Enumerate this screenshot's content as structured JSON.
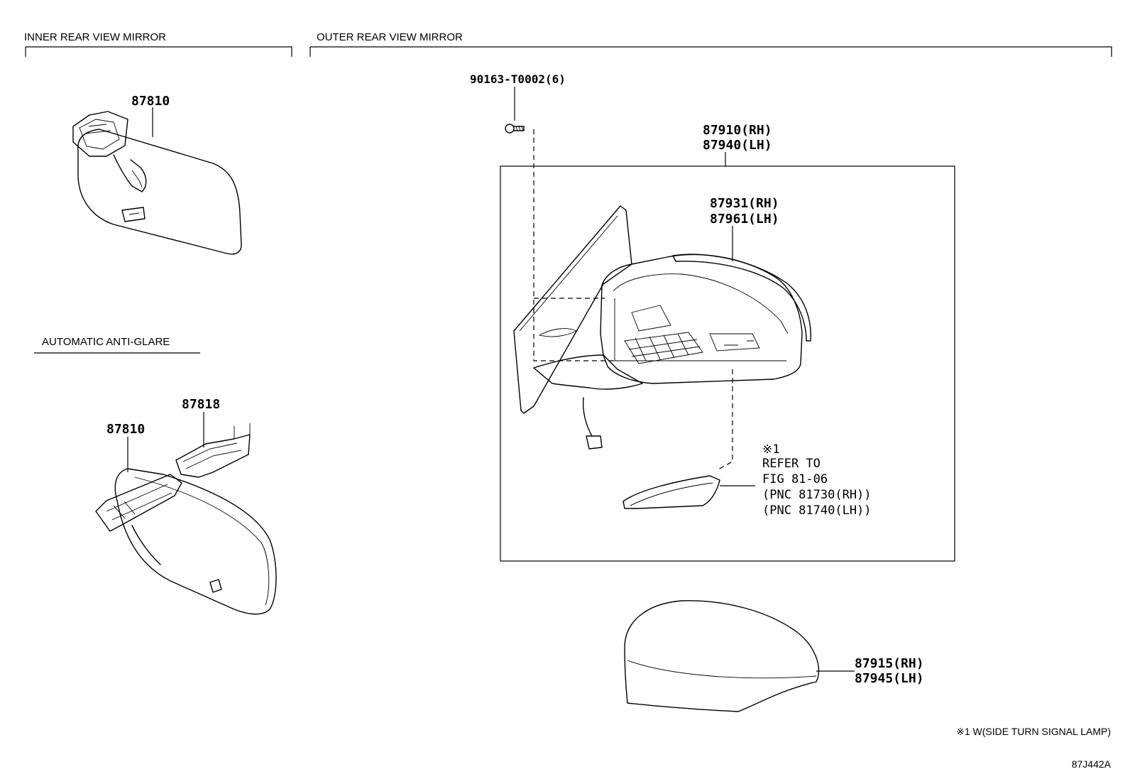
{
  "sections": {
    "inner": "INNER REAR VIEW MIRROR",
    "outer": "OUTER REAR VIEW MIRROR",
    "auto": "AUTOMATIC ANTI-GLARE"
  },
  "parts": {
    "inner_mirror": "87810",
    "auto_mirror": "87810",
    "cover_87818": "87818",
    "screw": "90163-T0002(6)",
    "outer_assy_rh": "87910(RH)",
    "outer_assy_lh": "87940(LH)",
    "sub_assy_rh": "87931(RH)",
    "sub_assy_lh": "87961(LH)",
    "cap_rh": "87915(RH)",
    "cap_lh": "87945(LH)"
  },
  "reference": {
    "mark": "※1",
    "line1": "REFER TO",
    "line2": "FIG 81-06",
    "line3": "(PNC 81730(RH))",
    "line4": "(PNC 81740(LH))"
  },
  "footnote": "※1 W(SIDE TURN SIGNAL LAMP)",
  "figure_id": "87J442A"
}
